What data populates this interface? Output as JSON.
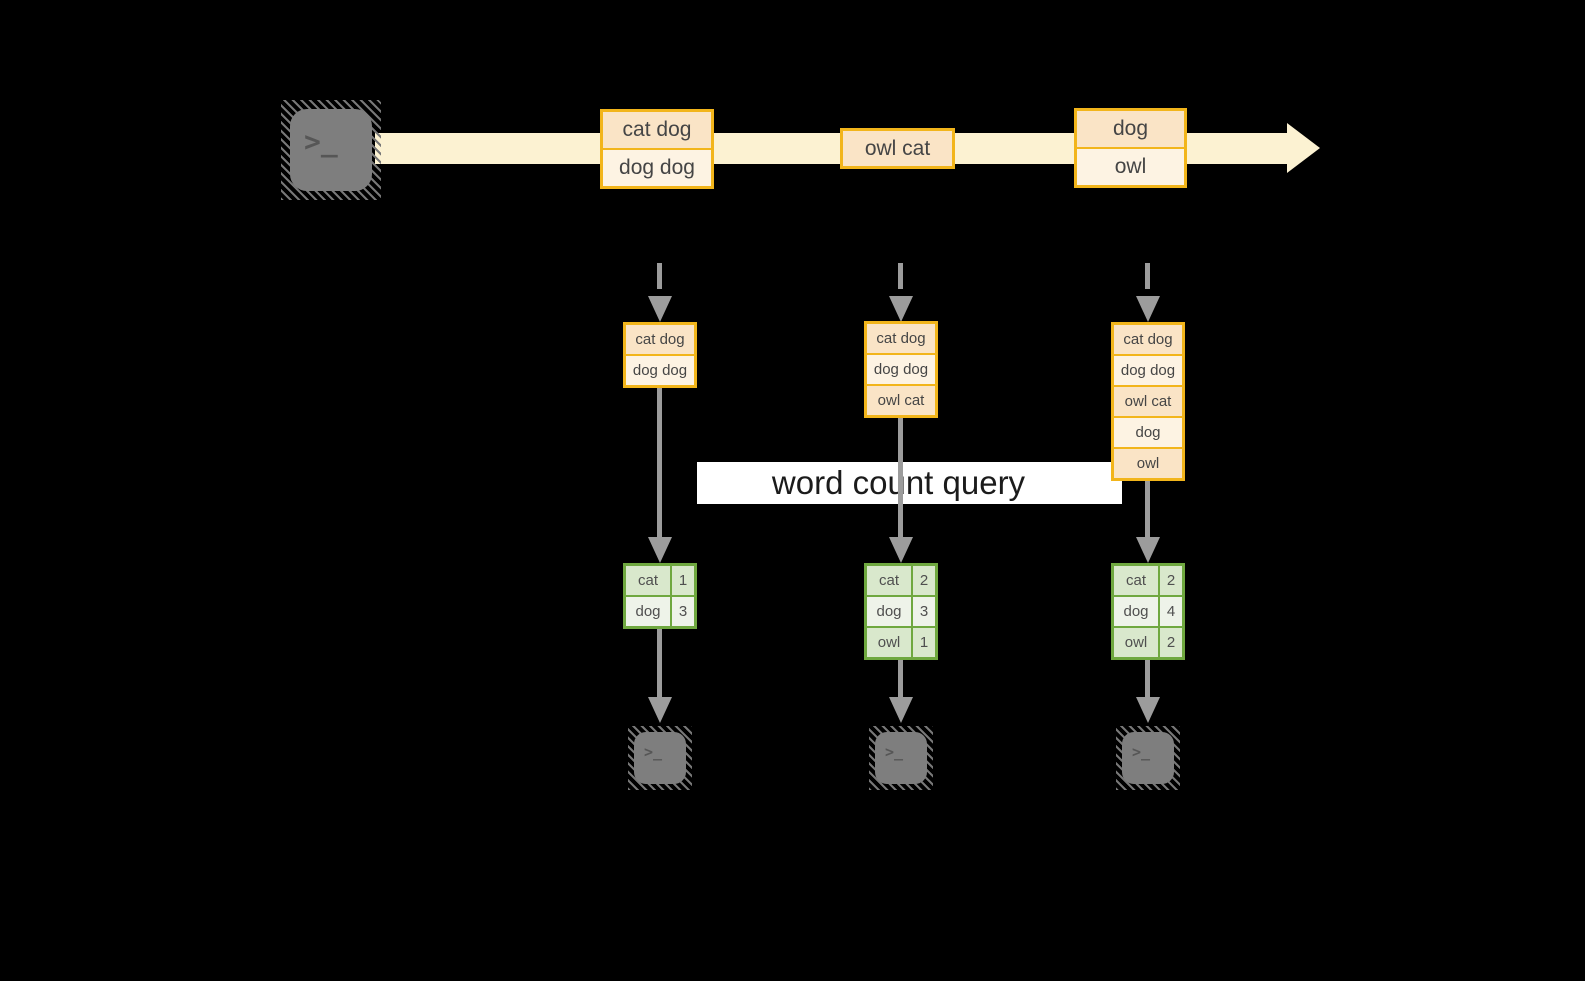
{
  "title_label": "word count query",
  "icons": {
    "terminal_prompt": ">_"
  },
  "colors": {
    "amber_border": "#F2B51B",
    "row_peach": "#FAE4C6",
    "row_cream": "#FDF3E3",
    "stream_band": "#FCF2D2",
    "green_border": "#6FA83F",
    "green_cell": "#D9E8CC",
    "green_cell_alt": "#EEF3E9",
    "connector_gray": "#9C9C9C",
    "terminal_gray": "#7E7E7E",
    "label_bg": "#FFFFFF"
  },
  "stream": {
    "batches": [
      {
        "lines": [
          "cat dog",
          "dog dog"
        ]
      },
      {
        "lines": [
          "owl cat"
        ]
      },
      {
        "lines": [
          "dog",
          "owl"
        ]
      }
    ]
  },
  "columns": [
    {
      "state_lines": [
        "cat dog",
        "dog dog"
      ],
      "counts": [
        {
          "word": "cat",
          "value": "1"
        },
        {
          "word": "dog",
          "value": "3"
        }
      ]
    },
    {
      "state_lines": [
        "cat dog",
        "dog dog",
        "owl cat"
      ],
      "counts": [
        {
          "word": "cat",
          "value": "2"
        },
        {
          "word": "dog",
          "value": "3"
        },
        {
          "word": "owl",
          "value": "1"
        }
      ]
    },
    {
      "state_lines": [
        "cat dog",
        "dog dog",
        "owl cat",
        "dog",
        "owl"
      ],
      "counts": [
        {
          "word": "cat",
          "value": "2"
        },
        {
          "word": "dog",
          "value": "4"
        },
        {
          "word": "owl",
          "value": "2"
        }
      ]
    }
  ]
}
